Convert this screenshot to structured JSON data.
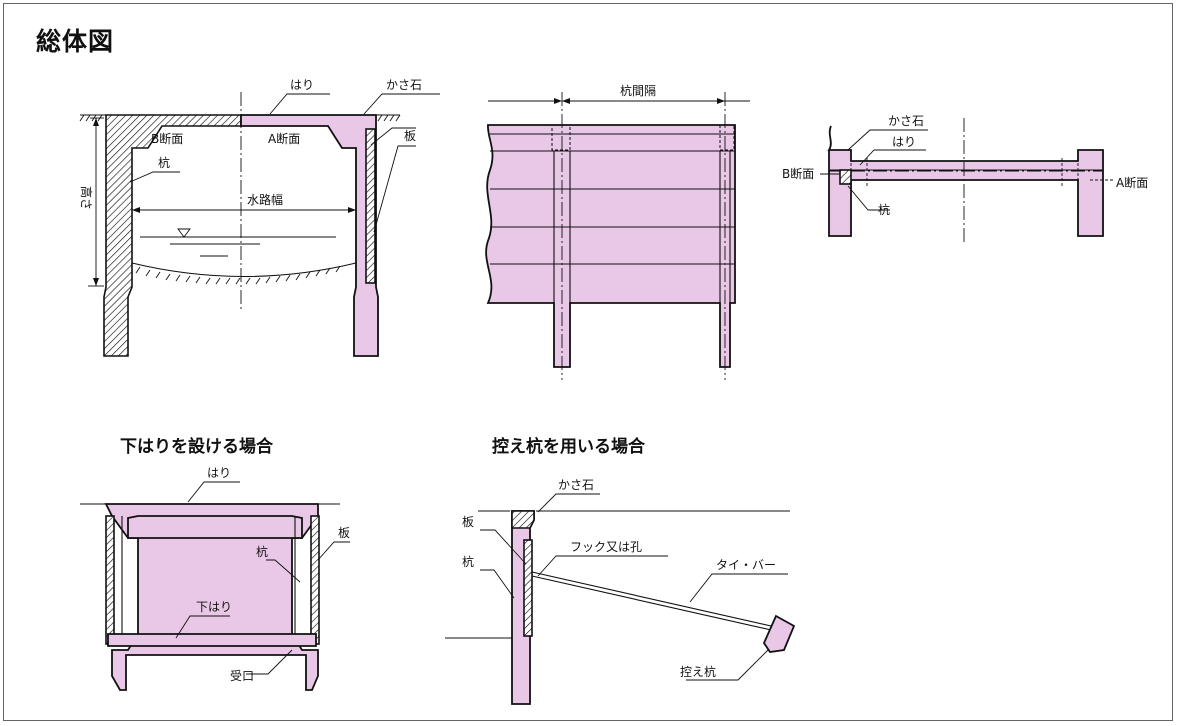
{
  "title": "総体図",
  "subtitles": {
    "lower_beam": "下はりを設ける場合",
    "anchor": "控え杭を用いる場合"
  },
  "labels": {
    "beam": "はり",
    "coping": "かさ石",
    "section_b": "B断面",
    "section_a": "A断面",
    "plate": "板",
    "pile": "杭",
    "height": "高さ",
    "waterway_width": "水路幅",
    "pile_spacing": "杭間隔",
    "lower_beam": "下はり",
    "socket": "受口",
    "hook_or_hole": "フック又は孔",
    "tie_bar": "タイ・バー",
    "anchor_pile": "控え杭"
  }
}
